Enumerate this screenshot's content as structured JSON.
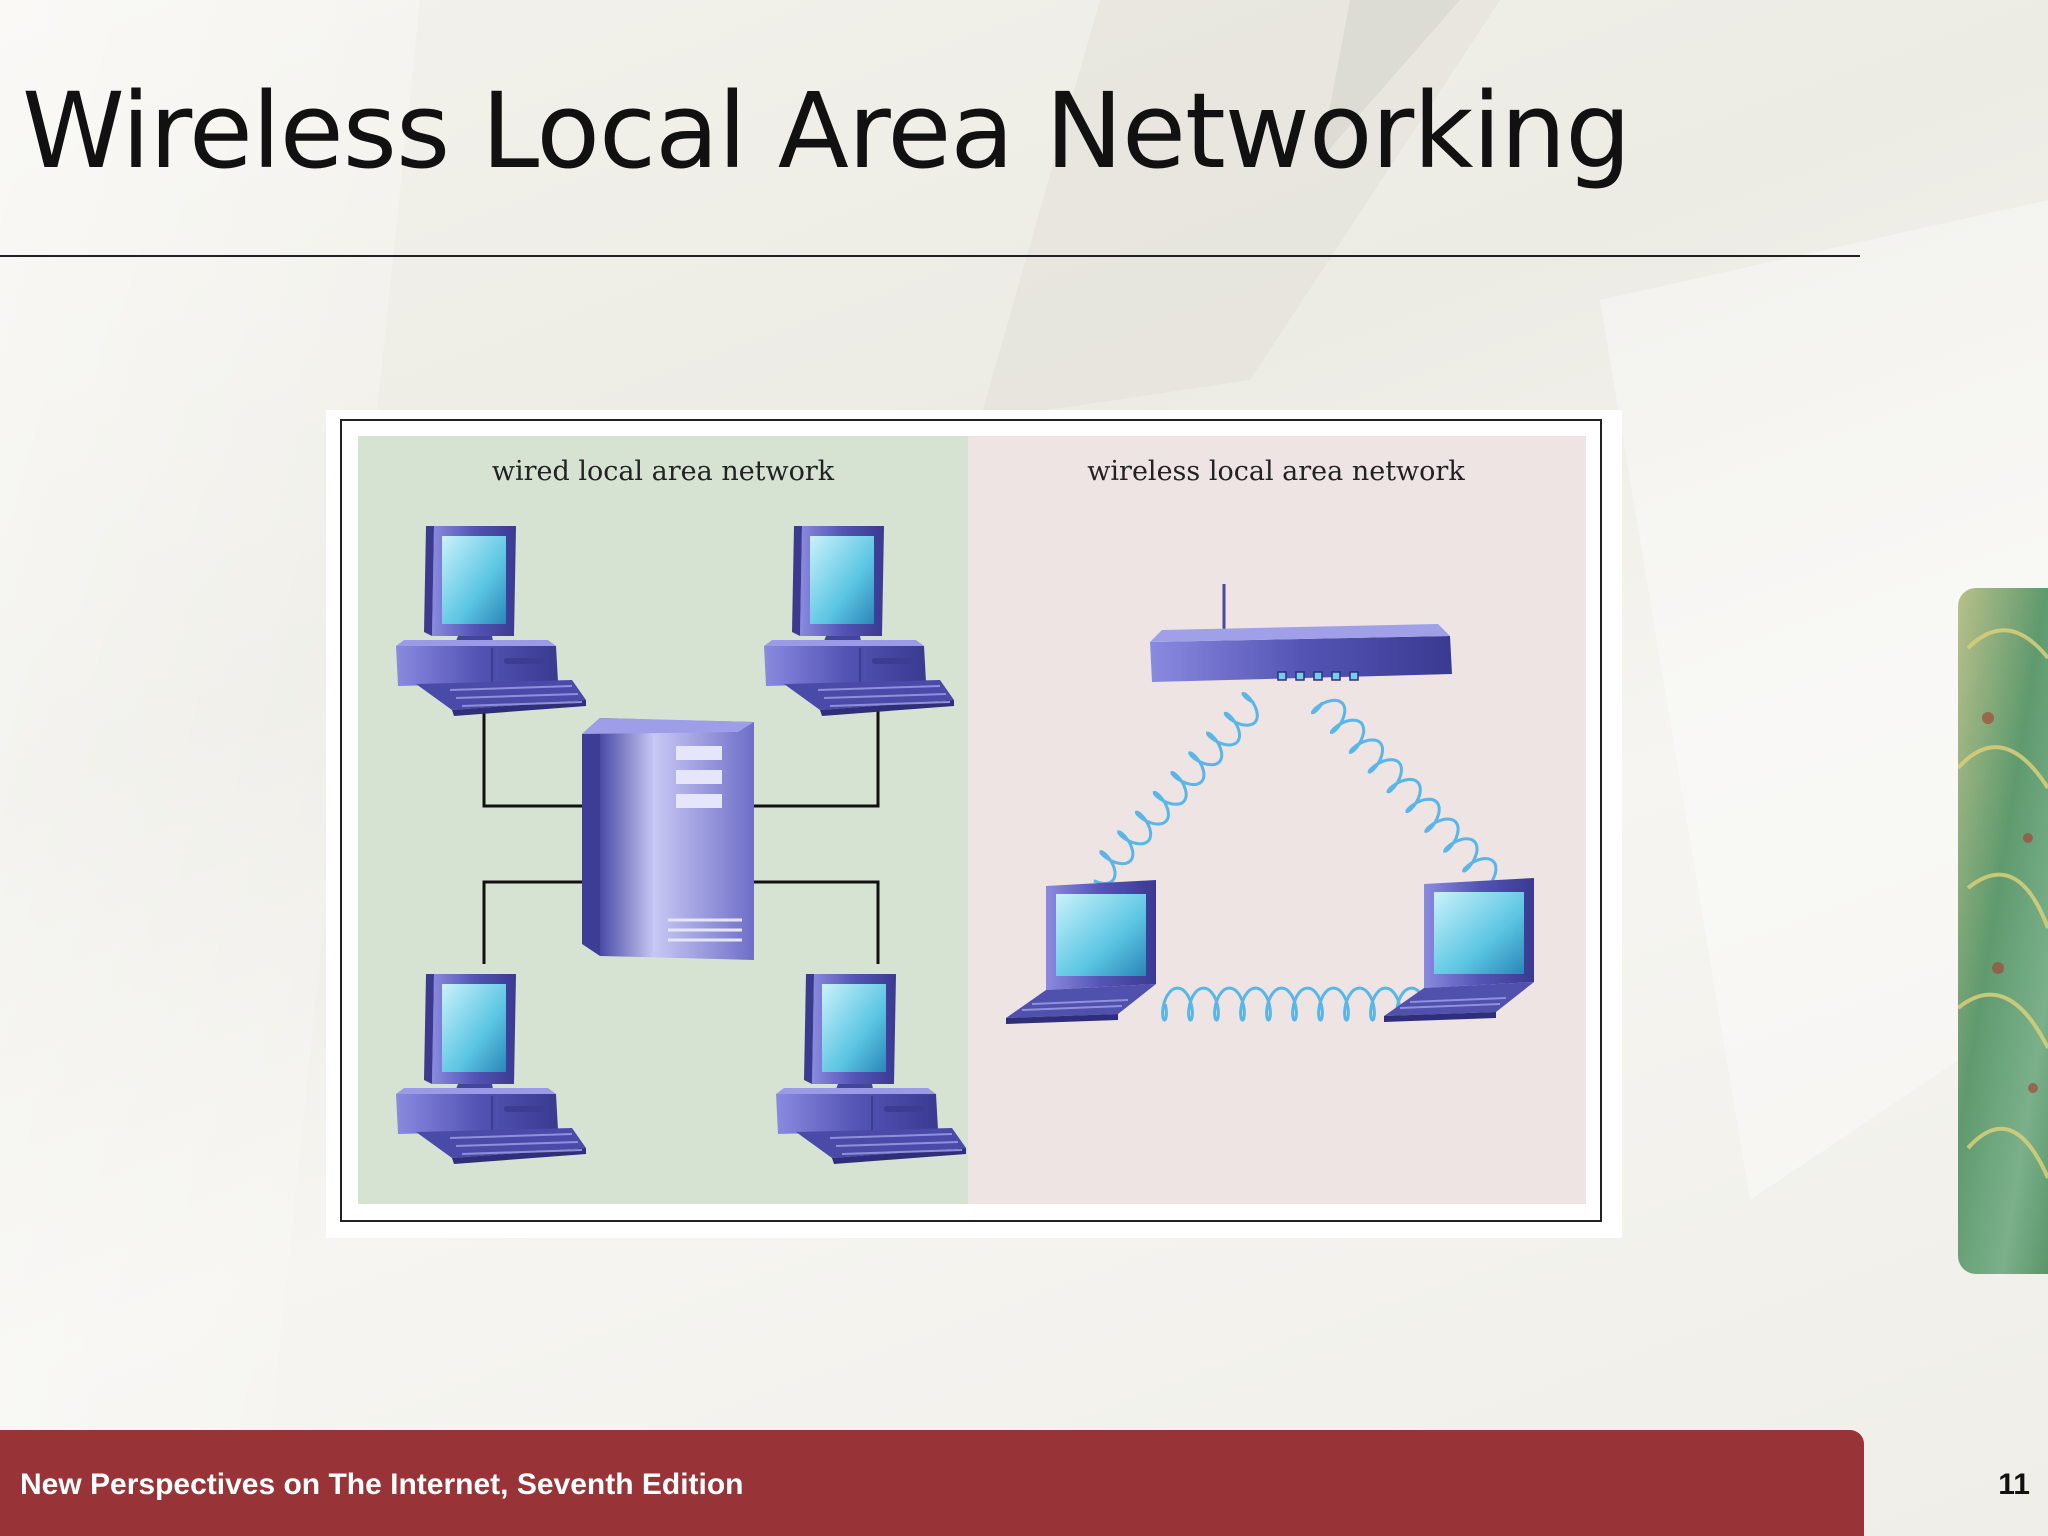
{
  "slide": {
    "title": "Wireless Local Area Networking",
    "footer": "New Perspectives on The Internet, Seventh Edition",
    "page_number": "11"
  },
  "diagram": {
    "wired_label": "wired local area network",
    "wireless_label": "wireless local area network",
    "colors": {
      "wired_panel": "#d6e3d3",
      "wireless_panel": "#ede4e3",
      "device_blue": "#5c5cb8",
      "screen_cyan": "#6fd0e8",
      "wave": "#5ab6e6",
      "cable": "#111111"
    }
  },
  "theme": {
    "footer_bar": "#983437"
  }
}
